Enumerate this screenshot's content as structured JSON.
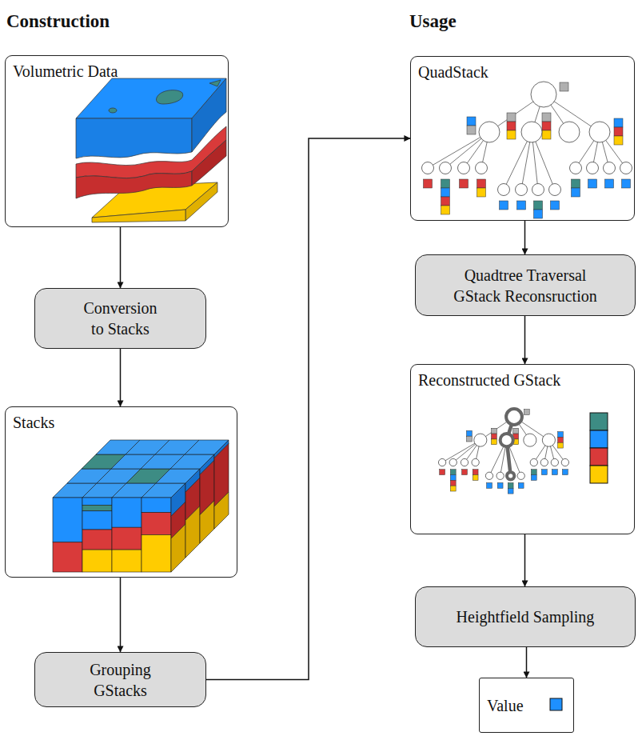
{
  "diagram": {
    "nodes": [
      {
        "text": [
          "Volumetric Data"
        ]
      },
      {
        "text": [
          "Conversion to Stacks"
        ]
      },
      {
        "text": [
          "Stacks"
        ]
      },
      {
        "text": [
          "Grouping GStacks"
        ]
      },
      {
        "text": [
          "QuadStack"
        ]
      },
      {
        "text": [
          "Quadtree Traversal GStack Reconsruction"
        ]
      },
      {
        "text": [
          "Reconstructed GStack"
        ]
      },
      {
        "text": [
          "Heightfield Sampling"
        ]
      },
      {
        "text": [
          "Value"
        ]
      }
    ],
    "edges": [
      {
        "from": 0,
        "to": 1,
        "arrow": "to"
      },
      {
        "from": 1,
        "to": 2,
        "arrow": "to"
      },
      {
        "from": 2,
        "to": 3,
        "arrow": "to"
      },
      {
        "from": 3,
        "to": 4,
        "arrow": "to"
      },
      {
        "from": 4,
        "to": 5,
        "arrow": "to"
      },
      {
        "from": 5,
        "to": 6,
        "arrow": "to"
      },
      {
        "from": 6,
        "to": 7,
        "arrow": "to"
      },
      {
        "from": 7,
        "to": 8,
        "arrow": "to"
      }
    ],
    "labels": [
      "Construction",
      "Usage"
    ]
  }
}
